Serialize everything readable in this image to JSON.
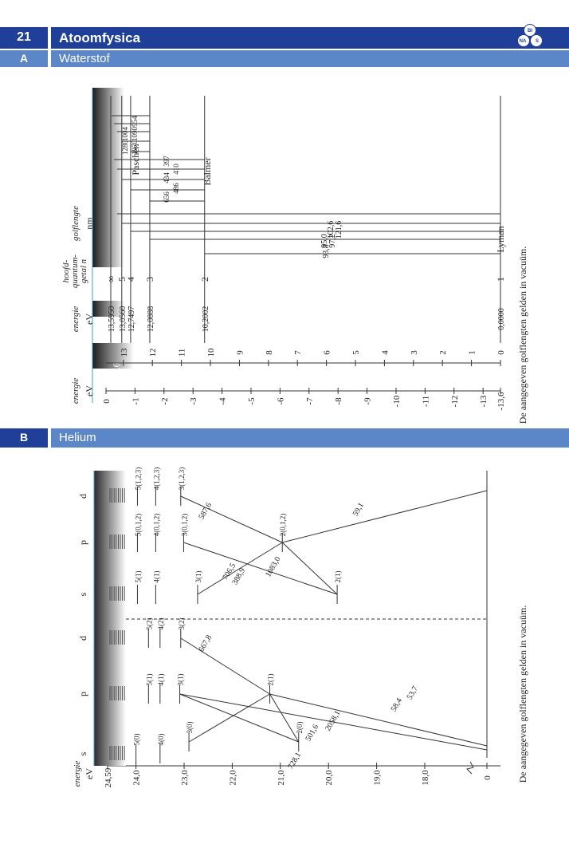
{
  "header": {
    "chapter_number": "21",
    "chapter_title": "Atoomfysica",
    "section_a_letter": "A",
    "section_a_title": "Waterstof",
    "logo_letters": [
      "BI",
      "NA",
      "S"
    ]
  },
  "section_b": {
    "letter": "B",
    "title": "Helium"
  },
  "colors": {
    "header_dark": "#1f3f99",
    "header_light": "#5b86c8",
    "line": "#333333"
  },
  "hydrogen": {
    "col_energie1": "energie",
    "col_ev1": "eV",
    "col_energie2": "energie",
    "col_ev2": "eV",
    "col_quantum": [
      "hoofd-",
      "quantum-",
      "getal n"
    ],
    "col_golflengte": "golflengte",
    "col_nm": "nm",
    "axis_ticks": [
      "0",
      "-1",
      "-2",
      "-3",
      "-4",
      "-5",
      "-6",
      "-7",
      "-8",
      "-9",
      "-10",
      "-11",
      "-12",
      "-13",
      "-13,6"
    ],
    "ionization_label": "13,6",
    "photon_energies": [
      "13",
      "12",
      "11",
      "10",
      "9",
      "8",
      "7",
      "6",
      "5",
      "4",
      "3",
      "2",
      "1",
      "0"
    ],
    "level_ev_labels": [
      "13,5950",
      "13,0560",
      "12,7497",
      "12,0888",
      "10,2002",
      "0,0000"
    ],
    "n_labels": [
      "∞",
      "5",
      "4",
      "3",
      "2",
      "1"
    ],
    "series_labels": {
      "paschen": "Paschen",
      "balmer": "Balmer",
      "lyman": "Lyman"
    },
    "paschen_wavelengths": [
      "1280",
      "1004",
      "1970",
      "1090",
      "954"
    ],
    "balmer_wavelengths": [
      "656",
      "434",
      "397",
      "486",
      "410"
    ],
    "lyman_wavelengths": [
      "102,6",
      "95,0",
      "121,6",
      "97,2",
      "93,8"
    ],
    "caption": "De aangegeven golflengten gelden in vacuüm."
  },
  "helium": {
    "axis_title": "energie",
    "axis_unit": "eV",
    "axis_ticks": [
      "24,59",
      "24,0",
      "23,0",
      "22,0",
      "21,0",
      "20,0",
      "19,0",
      "18,0",
      "0"
    ],
    "column_letters": [
      "s",
      "p",
      "d",
      "s",
      "p",
      "d"
    ],
    "singlet_levels": [
      "5(0)",
      "4(0)",
      "3(0)",
      "2(0)",
      "5(1)",
      "4(1)",
      "3(1)",
      "2(1)",
      "5(2)",
      "4(2)",
      "3(2)"
    ],
    "triplet_levels": [
      "5(1)",
      "4(1)",
      "3(1)",
      "2(1)",
      "5(0,1,2)",
      "4(0,1,2)",
      "3(0,1,2)",
      "2(0,1,2)",
      "5(1,2,3)",
      "4(1,2,3)",
      "3(1,2,3)"
    ],
    "singlet_wavelengths": [
      "728,1",
      "501,6",
      "2058,1",
      "667,8",
      "58,4",
      "53,7"
    ],
    "triplet_wavelengths": [
      "706,5",
      "388,9",
      "1083,0",
      "587,6",
      "59,1"
    ],
    "caption": "De aangegeven golflengten gelden in vacuüm."
  }
}
